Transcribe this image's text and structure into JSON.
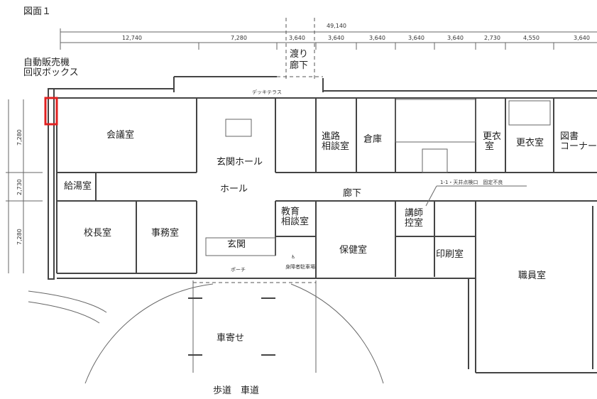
{
  "title": "図面１",
  "dimensions": {
    "total": "49,140",
    "top": [
      "12,740",
      "7,280",
      "3,640",
      "3,640",
      "3,640",
      "3,640",
      "3,640",
      "2,730",
      "4,550",
      "3,640"
    ],
    "left": [
      "7,280",
      "2,730",
      "7,280"
    ]
  },
  "annotations": {
    "vending_1": "自動販売機",
    "vending_2": "回収ボックス",
    "bridge_1": "渡り",
    "bridge_2": "廊下",
    "deck": "デッキテラス",
    "ceiling_note": "1-1・天井点検口　固定不良",
    "porch": "ポーチ",
    "parking": "身障者駐車場",
    "road": "歩道　車道"
  },
  "rooms": {
    "kaigi": "会議室",
    "kyuto": "給湯室",
    "kocho": "校長室",
    "jimu": "事務室",
    "genkan_hall": "玄関ホール",
    "hall": "ホール",
    "genkan": "玄関",
    "kyoiku_1": "教育",
    "kyoiku_2": "相談室",
    "shinro_1": "進路",
    "shinro_2": "相談室",
    "soko": "倉庫",
    "koui_1a": "更衣",
    "koui_1b": "室",
    "koui_2": "更衣室",
    "tosho_1": "図書",
    "tosho_2": "コーナー",
    "roka": "廊下",
    "hoken": "保健室",
    "koshi_1": "講師",
    "koshi_2": "控室",
    "insatsu": "印刷室",
    "shokuin": "職員室",
    "kurumayose": "車寄せ"
  },
  "highlight_color": "#e02020"
}
